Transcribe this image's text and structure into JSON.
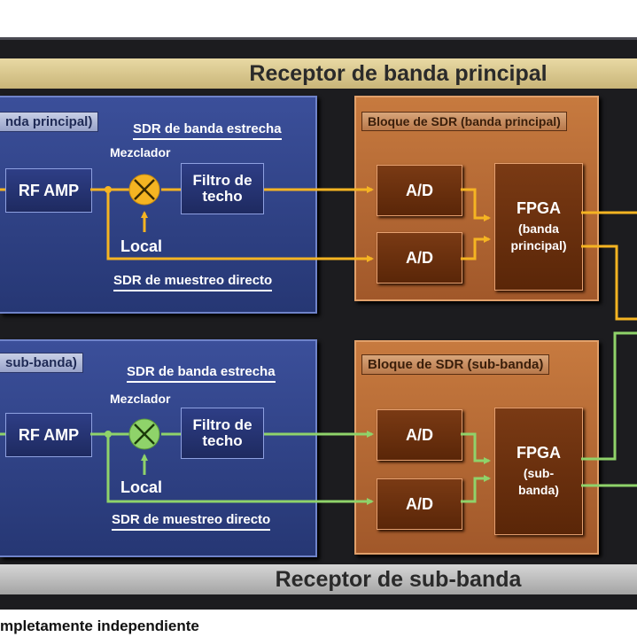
{
  "main_receiver": {
    "banner": "Receptor de banda principal",
    "tag": "nda principal)",
    "narrow_label": "SDR de banda estrecha",
    "mixer_label": "Mezclador",
    "rf_amp": "RF AMP",
    "filter": "Filtro de techo",
    "local": "Local",
    "direct_label": "SDR de muestreo directo",
    "sdr_block_label": "Bloque de SDR (banda principal)",
    "ad_top": "A/D",
    "ad_bottom": "A/D",
    "fpga_title": "FPGA",
    "fpga_sub": "(banda principal)"
  },
  "sub_receiver": {
    "banner": "Receptor de sub-banda",
    "tag": "sub-banda)",
    "narrow_label": "SDR de banda estrecha",
    "mixer_label": "Mezclador",
    "rf_amp": "RF AMP",
    "filter": "Filtro de techo",
    "local": "Local",
    "direct_label": "SDR de muestreo directo",
    "sdr_block_label": "Bloque de SDR (sub-banda)",
    "ad_top": "A/D",
    "ad_bottom": "A/D",
    "fpga_title": "FPGA",
    "fpga_sub": "(sub-banda)"
  },
  "footnote": "mpletamente independiente",
  "colors": {
    "main_signal": "#f5b422",
    "sub_signal": "#8fd36a",
    "blue_panel": "#2f4287",
    "orange_panel": "#b5683a"
  }
}
